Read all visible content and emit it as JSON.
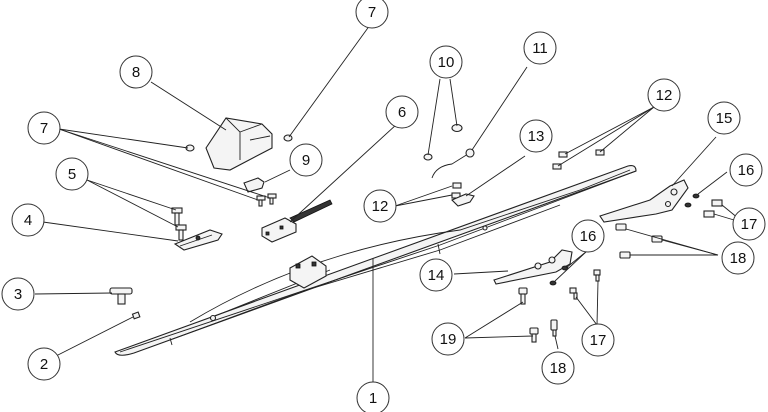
{
  "callouts": [
    {
      "id": "c1",
      "label": "1"
    },
    {
      "id": "c2",
      "label": "2"
    },
    {
      "id": "c3",
      "label": "3"
    },
    {
      "id": "c4",
      "label": "4"
    },
    {
      "id": "c5",
      "label": "5"
    },
    {
      "id": "c6",
      "label": "6"
    },
    {
      "id": "c7a",
      "label": "7"
    },
    {
      "id": "c7b",
      "label": "7"
    },
    {
      "id": "c8",
      "label": "8"
    },
    {
      "id": "c9",
      "label": "9"
    },
    {
      "id": "c10",
      "label": "10"
    },
    {
      "id": "c11",
      "label": "11"
    },
    {
      "id": "c12a",
      "label": "12"
    },
    {
      "id": "c12b",
      "label": "12"
    },
    {
      "id": "c13",
      "label": "13"
    },
    {
      "id": "c14",
      "label": "14"
    },
    {
      "id": "c15",
      "label": "15"
    },
    {
      "id": "c16a",
      "label": "16"
    },
    {
      "id": "c16b",
      "label": "16"
    },
    {
      "id": "c17a",
      "label": "17"
    },
    {
      "id": "c17b",
      "label": "17"
    },
    {
      "id": "c18a",
      "label": "18"
    },
    {
      "id": "c18b",
      "label": "18"
    },
    {
      "id": "c19",
      "label": "19"
    }
  ]
}
